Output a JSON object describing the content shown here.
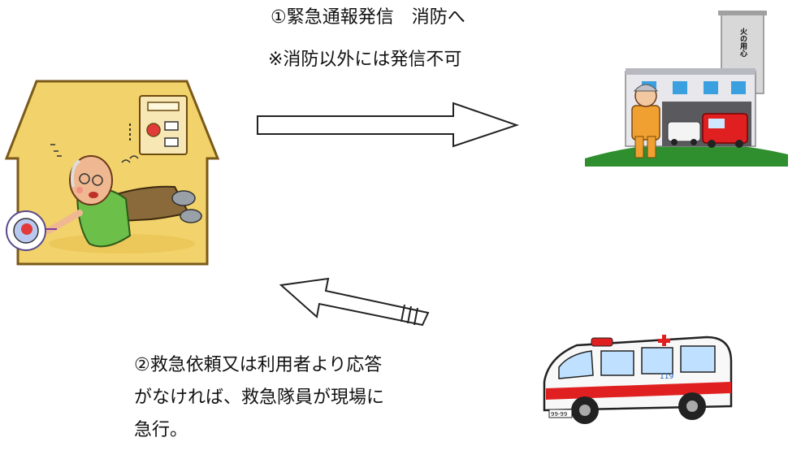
{
  "step1": {
    "line1": "①緊急通報発信　消防へ",
    "line2": "※消防以外には発信不可"
  },
  "step2": {
    "text": "②救急依頼又は利用者より応答\nがなければ、救急隊員が現場に\n急行。"
  },
  "fire_station": {
    "tower_sign": "火の用心"
  },
  "ambulance": {
    "side_number": "119",
    "plate": "99-99"
  },
  "icons": [
    "house-with-fallen-elderly-man",
    "emergency-call-button",
    "fire-station",
    "firefighter",
    "ambulance",
    "arrow-right",
    "arrow-left"
  ],
  "colors": {
    "house_wall": "#f2d26a",
    "house_outline": "#7a5a1a",
    "ambulance_red": "#e02020",
    "grass": "#2f8f2f",
    "arrow_outline": "#222222"
  }
}
